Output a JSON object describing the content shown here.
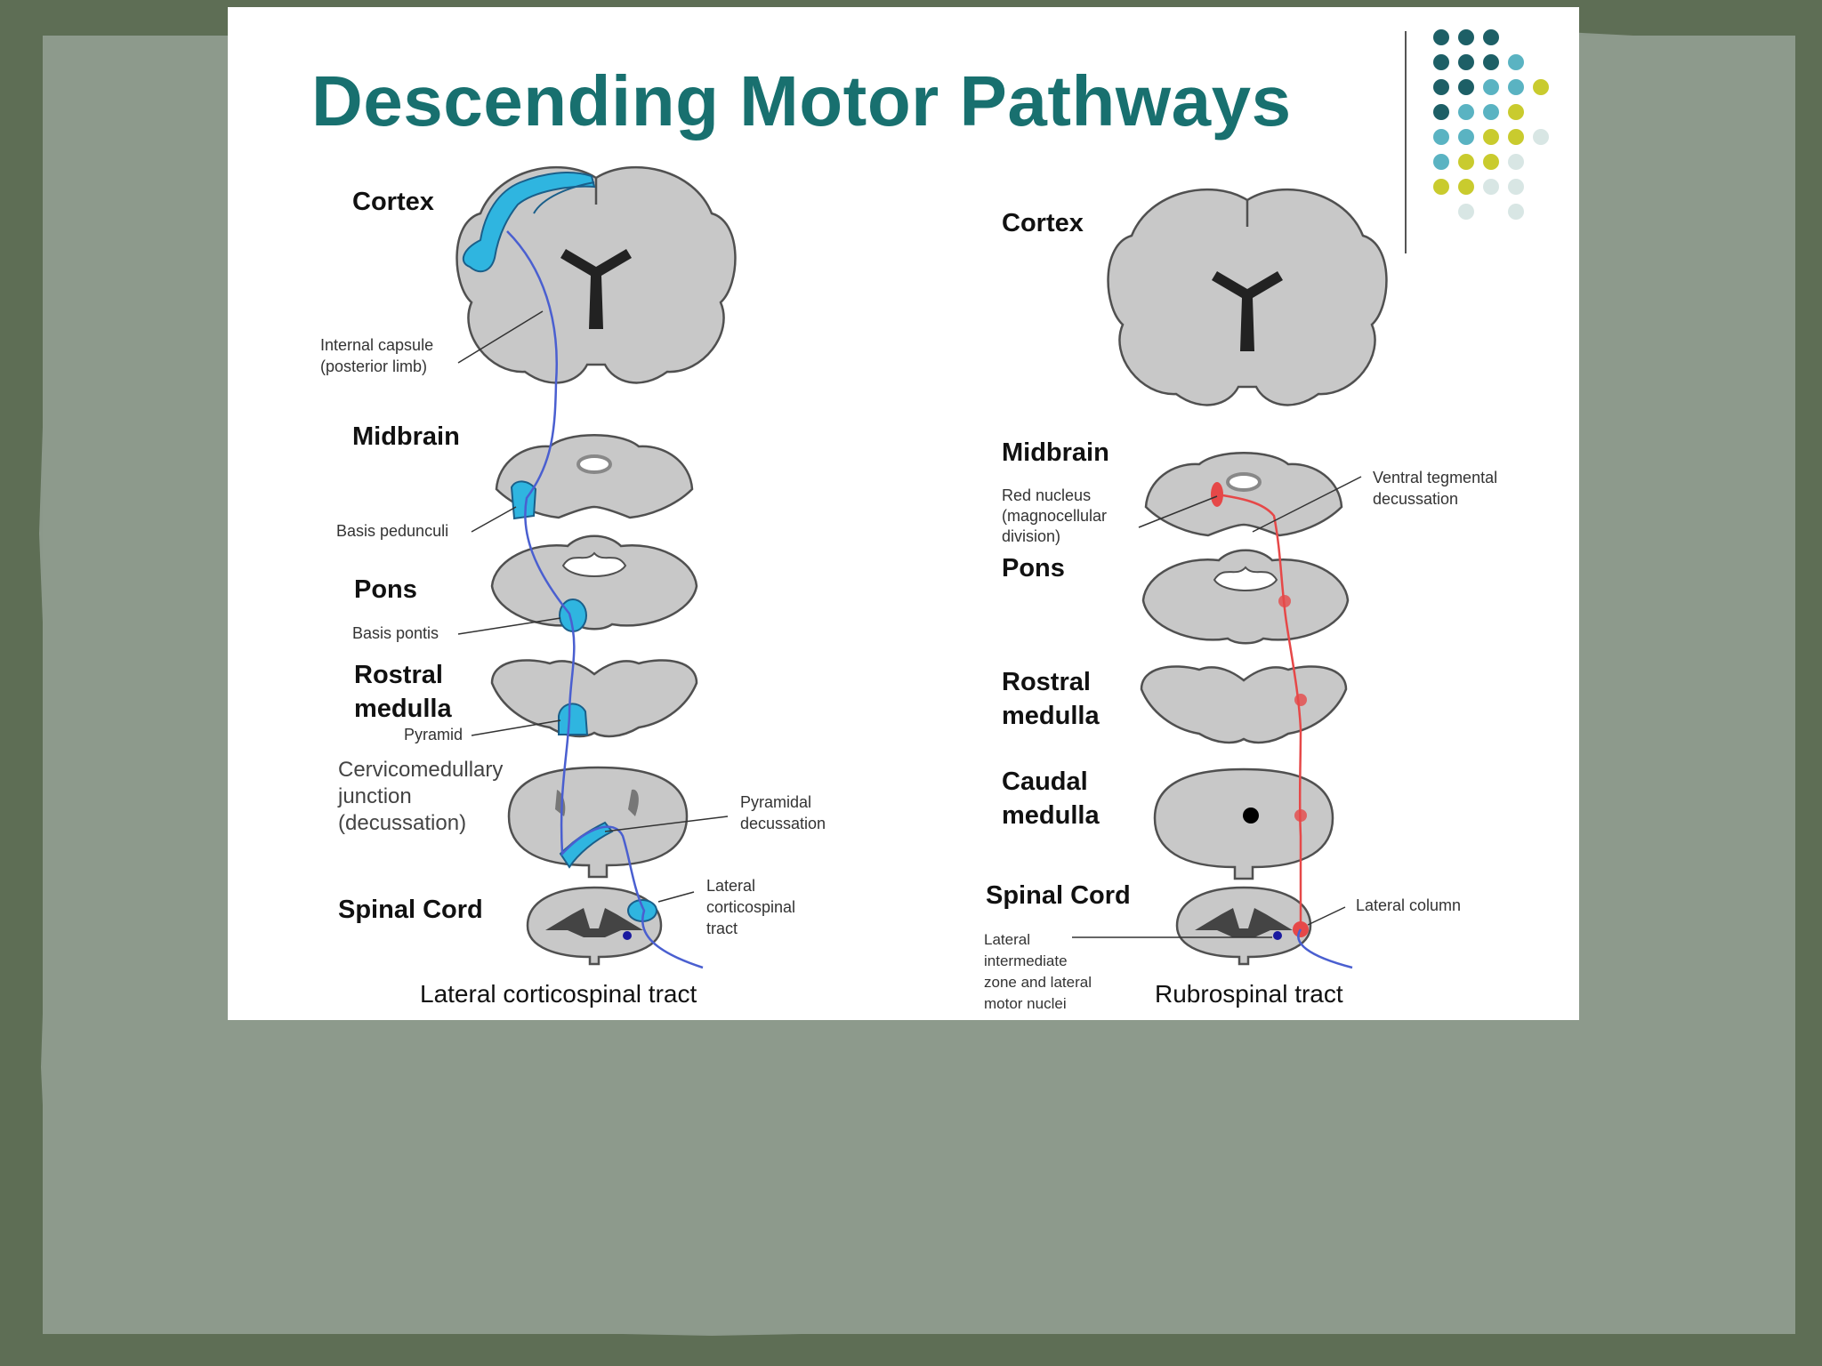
{
  "slide": {
    "title": "Descending Motor Pathways"
  },
  "colors": {
    "title": "#18706f",
    "pyramidal_tract": "#2fb5e0",
    "pathway_line": "#4a5fd0",
    "rubrospinal_tract": "#e64848",
    "tissue_gray": "#c8c8c8",
    "background": "#5e6e55",
    "dot_dark_teal": "#1d5f66",
    "dot_light_teal": "#5ab3c2",
    "dot_olive": "#c9cb2e",
    "dot_pale": "#d8e6e4"
  },
  "left_panel": {
    "levels": {
      "cortex": "Cortex",
      "midbrain": "Midbrain",
      "pons": "Pons",
      "rostral_medulla_line1": "Rostral",
      "rostral_medulla_line2": "medulla",
      "cervicomedullary_line1": "Cervicomedullary",
      "cervicomedullary_line2": "junction",
      "cervicomedullary_line3": "(decussation)",
      "spinal_cord": "Spinal Cord"
    },
    "annotations": {
      "internal_capsule_line1": "Internal capsule",
      "internal_capsule_line2": "(posterior limb)",
      "basis_pedunculi": "Basis pedunculi",
      "basis_pontis": "Basis pontis",
      "pyramid": "Pyramid",
      "pyramidal_decussation_line1": "Pyramidal",
      "pyramidal_decussation_line2": "decussation",
      "lateral_cst_line1": "Lateral",
      "lateral_cst_line2": "corticospinal",
      "lateral_cst_line3": "tract"
    },
    "caption": "Lateral corticospinal tract"
  },
  "right_panel": {
    "levels": {
      "cortex": "Cortex",
      "midbrain": "Midbrain",
      "pons": "Pons",
      "rostral_medulla_line1": "Rostral",
      "rostral_medulla_line2": "medulla",
      "caudal_medulla_line1": "Caudal",
      "caudal_medulla_line2": "medulla",
      "spinal_cord": "Spinal Cord"
    },
    "annotations": {
      "red_nucleus_line1": "Red nucleus",
      "red_nucleus_line2": "(magnocellular",
      "red_nucleus_line3": "division)",
      "ventral_tegmental_line1": "Ventral tegmental",
      "ventral_tegmental_line2": "decussation",
      "lateral_column": "Lateral column",
      "lateral_intermediate_line1": "Lateral",
      "lateral_intermediate_line2": "intermediate",
      "lateral_intermediate_line3": "zone and lateral",
      "lateral_intermediate_line4": "motor nuclei"
    },
    "caption": "Rubrospinal  tract"
  }
}
